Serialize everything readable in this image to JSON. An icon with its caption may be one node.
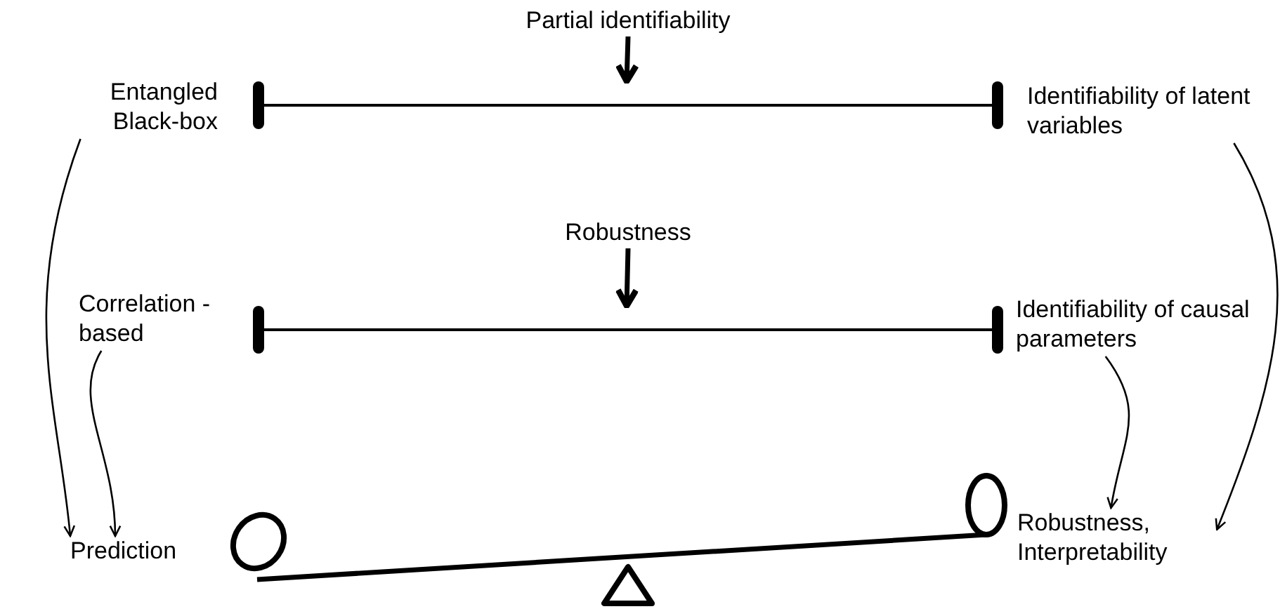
{
  "diagram": {
    "nodes": [
      {
        "text": [
          "Partial identifiability"
        ]
      },
      {
        "text": [
          "Entangled Black-box"
        ]
      },
      {
        "text": [],
        "shape": "bar"
      },
      {
        "text": [
          "Identifiability of latent variables"
        ]
      },
      {
        "text": [
          "Robustness"
        ]
      },
      {
        "text": [
          "Correlation -based"
        ]
      },
      {
        "text": [],
        "shape": "bar"
      },
      {
        "text": [
          "Identifiability of causal parameters"
        ]
      },
      {
        "text": [
          "Prediction"
        ]
      },
      {
        "text": [
          "Robustness, Interpretability"
        ]
      }
    ],
    "edges": [
      {
        "from": 0,
        "to": 2,
        "arrow": "to",
        "style": "thick"
      },
      {
        "from": 4,
        "to": 6,
        "arrow": "to",
        "style": "thick"
      },
      {
        "from": 1,
        "to": 8,
        "arrow": "to"
      },
      {
        "from": 5,
        "to": 8,
        "arrow": "to"
      },
      {
        "from": 7,
        "to": 9,
        "arrow": "to"
      },
      {
        "from": 3,
        "to": 9,
        "arrow": "to"
      }
    ]
  }
}
